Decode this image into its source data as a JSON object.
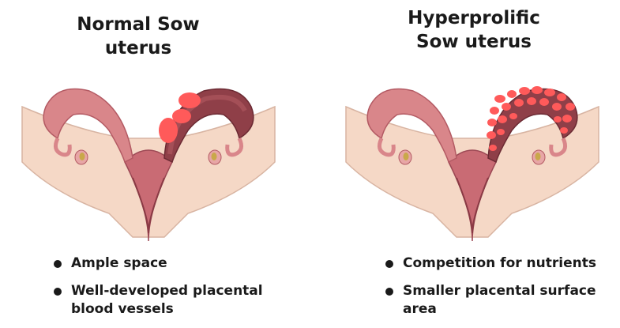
{
  "left_panel": {
    "title_line1": "Normal Sow",
    "title_line2": "uterus",
    "bullets": [
      "Ample space",
      "Well-developed placental blood vessels"
    ]
  },
  "right_panel": {
    "title_line1": "Hyperprolific",
    "title_line2": "Sow uterus",
    "bullets": [
      "Competition for nutrients",
      "Smaller placental surface area"
    ]
  },
  "colors": {
    "tissue": "#f5d8c6",
    "uterus_pink": "#d9868a",
    "uterus_dark": "#b35a63",
    "horn_inner": "#8f3f48",
    "placenta_red": "#ff5a5a",
    "text": "#1a1a1a"
  }
}
